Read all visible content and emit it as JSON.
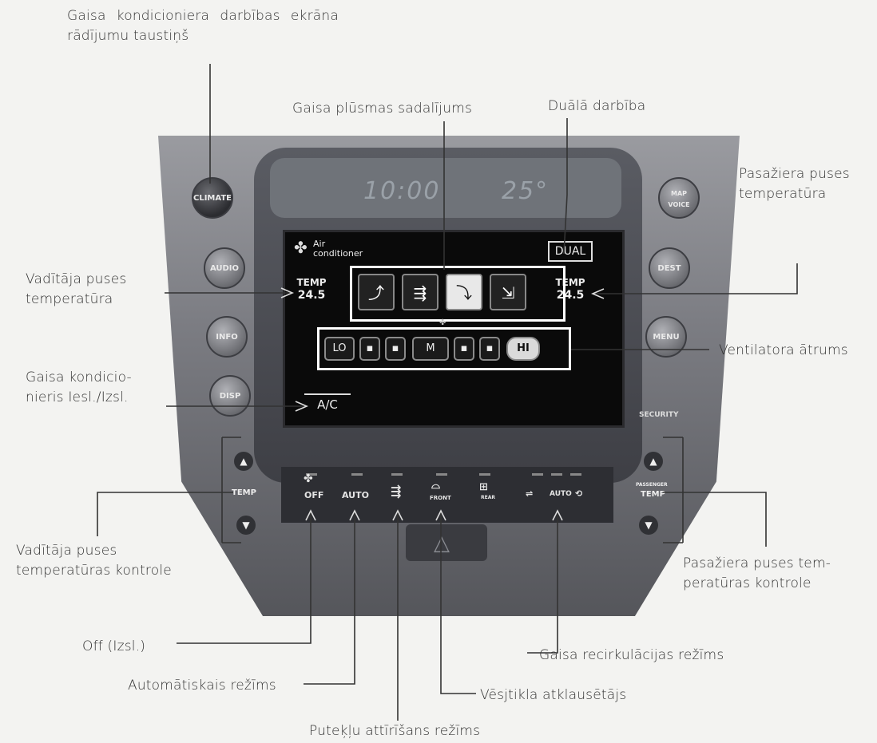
{
  "callouts": {
    "climate_button": "Gaisa kondicioniera darbības ekrāna rādījumu taustiņš",
    "airflow": "Gaisa plūsmas sadalījums",
    "dual": "Duālā darbība",
    "passenger_temp": "Pasažiera puses temperatūra",
    "driver_temp": "Vadītāja puses temperatūra",
    "fan_speed": "Ventilatora ātrums",
    "ac_toggle": "Gaisa kondicio-nieris Iesl./Izsl.",
    "driver_temp_control": "Vadītāja puses temperatūras kontrole",
    "passenger_temp_control": "Pasažiera puses tem-peratūras kontrole",
    "off": "Off (Izsl.)",
    "recirculation": "Gaisa recirkulācijas režīms",
    "auto_mode": "Automātiskais režīms",
    "defroster": "Vēsjtikla atklausētājs",
    "dust_mode": "Puteķļu attīrīšans režīms"
  },
  "lcd": {
    "clock": "10:00",
    "outside_temp": "25°"
  },
  "screen": {
    "title": "Air conditioner",
    "temp_label": "TEMP",
    "driver_temp": "24.5",
    "passenger_temp": "24.5",
    "dual": "DUAL",
    "ac": "A/C",
    "fan": [
      "LO",
      "▪",
      "▪",
      "M",
      "▪",
      "▪",
      "HI"
    ]
  },
  "buttons": {
    "climate": "CLIMATE",
    "audio": "AUDIO",
    "info": "INFO",
    "disp": "DISP",
    "map": "MAP VOICE",
    "dest": "DEST",
    "menu": "MENU",
    "security": "SECURITY"
  },
  "bottom": {
    "off": "OFF",
    "auto": "AUTO",
    "front": "FRONT",
    "rear": "REAR",
    "auto2": "AUTO",
    "temp_driver": "TEMP",
    "temp_pass_small": "PASSENGER",
    "temp_pass": "TEMP"
  },
  "colors": {
    "background": "#f3f3f1",
    "panel": "#7b7c82",
    "screen": "#0a0a0a"
  }
}
